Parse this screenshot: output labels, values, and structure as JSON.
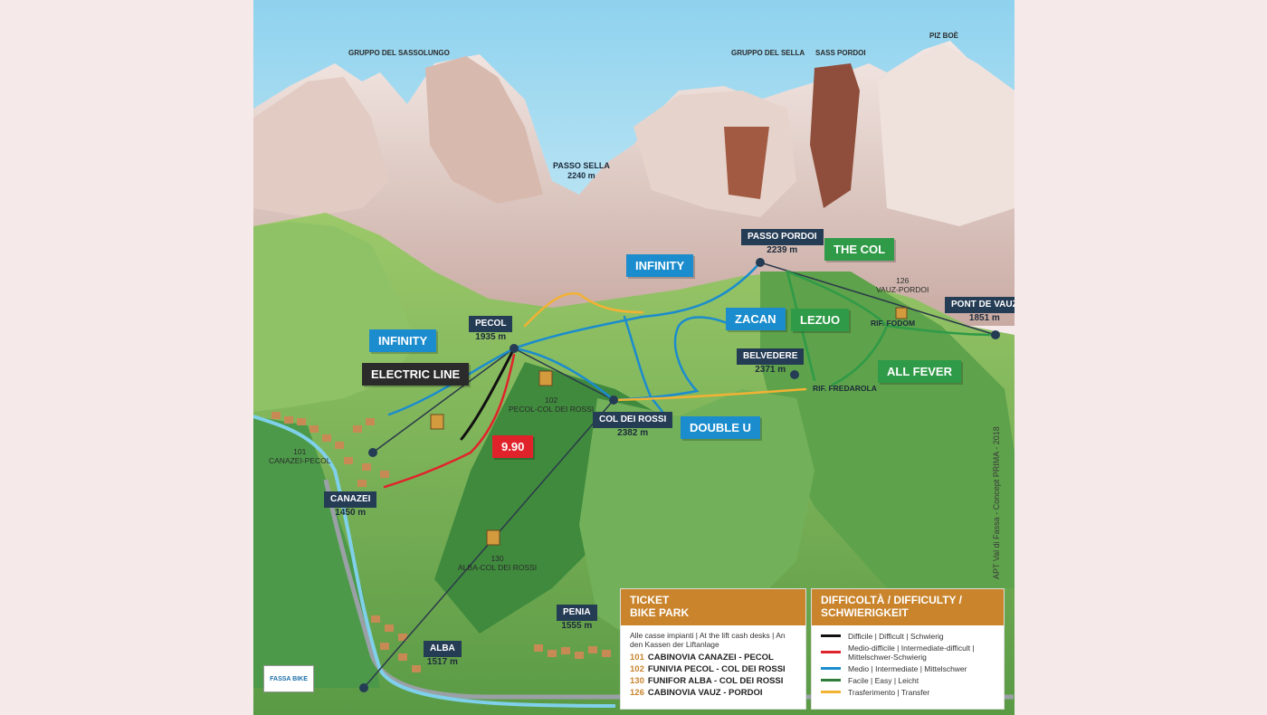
{
  "peaks": {
    "sassolungo": "GRUPPO DEL SASSOLUNGO",
    "sella": "GRUPPO DEL SELLA",
    "pordoi": "SASS PORDOI",
    "piz_boe": "PIZ BOÈ"
  },
  "places": {
    "passo_sella": {
      "name": "PASSO SELLA",
      "alt": "2240 m"
    },
    "passo_pordoi": {
      "name": "PASSO PORDOI",
      "alt": "2239 m"
    },
    "pecol": {
      "name": "PECOL",
      "alt": "1935 m"
    },
    "belvedere": {
      "name": "BELVEDERE",
      "alt": "2371 m"
    },
    "col_dei_rossi": {
      "name": "COL DEI ROSSI",
      "alt": "2382 m"
    },
    "canazei": {
      "name": "CANAZEI",
      "alt": "1450 m"
    },
    "alba": {
      "name": "ALBA",
      "alt": "1517 m"
    },
    "penia": {
      "name": "PENIA",
      "alt": "1555 m"
    },
    "pont_de_vauz": {
      "name": "PONT DE VAUZ",
      "alt": "1851 m"
    },
    "rif_fodom": "RIF. FODOM",
    "rif_fredarola": "RIF. FREDAROLA"
  },
  "trails": {
    "infinity_top": "INFINITY",
    "infinity_left": "INFINITY",
    "electric_line": "ELECTRIC LINE",
    "zacan": "ZACAN",
    "double_u": "DOUBLE U",
    "the_col": "THE COL",
    "lezuo": "LEZUO",
    "all_fever": "ALL FEVER",
    "nine_ninety": "9.90"
  },
  "lifts": {
    "l101": {
      "num": "101",
      "name": "CANAZEI-PECOL"
    },
    "l102": {
      "num": "102",
      "name": "PECOL-COL DEI ROSSI"
    },
    "l126": {
      "num": "126",
      "name": "VAUZ-PORDOI"
    },
    "l130": {
      "num": "130",
      "name": "ALBA-COL DEI ROSSI"
    }
  },
  "ticket": {
    "title_line1": "TICKET",
    "title_line2": "BIKE PARK",
    "intro": "Alle casse impianti | At the lift cash desks | An den Kassen der Liftanlage",
    "rows": [
      {
        "num": "101",
        "label": "CABINOVIA CANAZEI - PECOL"
      },
      {
        "num": "102",
        "label": "FUNIVIA PECOL - COL DEI ROSSI"
      },
      {
        "num": "130",
        "label": "FUNIFOR ALBA - COL DEI ROSSI"
      },
      {
        "num": "126",
        "label": "CABINOVIA VAUZ - PORDOI"
      }
    ]
  },
  "difficulty": {
    "title_line1": "DIFFICOLTÀ / DIFFICULTY /",
    "title_line2": "SCHWIERIGKEIT",
    "rows": [
      {
        "color": "#111111",
        "label": "Difficile | Difficult | Schwierig"
      },
      {
        "color": "#e0232b",
        "label": "Medio-difficile | Intermediate-difficult | Mittelschwer-Schwierig"
      },
      {
        "color": "#1b8ccd",
        "label": "Medio | Intermediate | Mittelschwer"
      },
      {
        "color": "#2f7d3a",
        "label": "Facile | Easy | Leicht"
      },
      {
        "color": "#f2b233",
        "label": "Trasferimento | Transfer"
      }
    ]
  },
  "credit": "APT Val di Fassa - Concept PRIMA - 2018",
  "logo": "FASSA BIKE"
}
